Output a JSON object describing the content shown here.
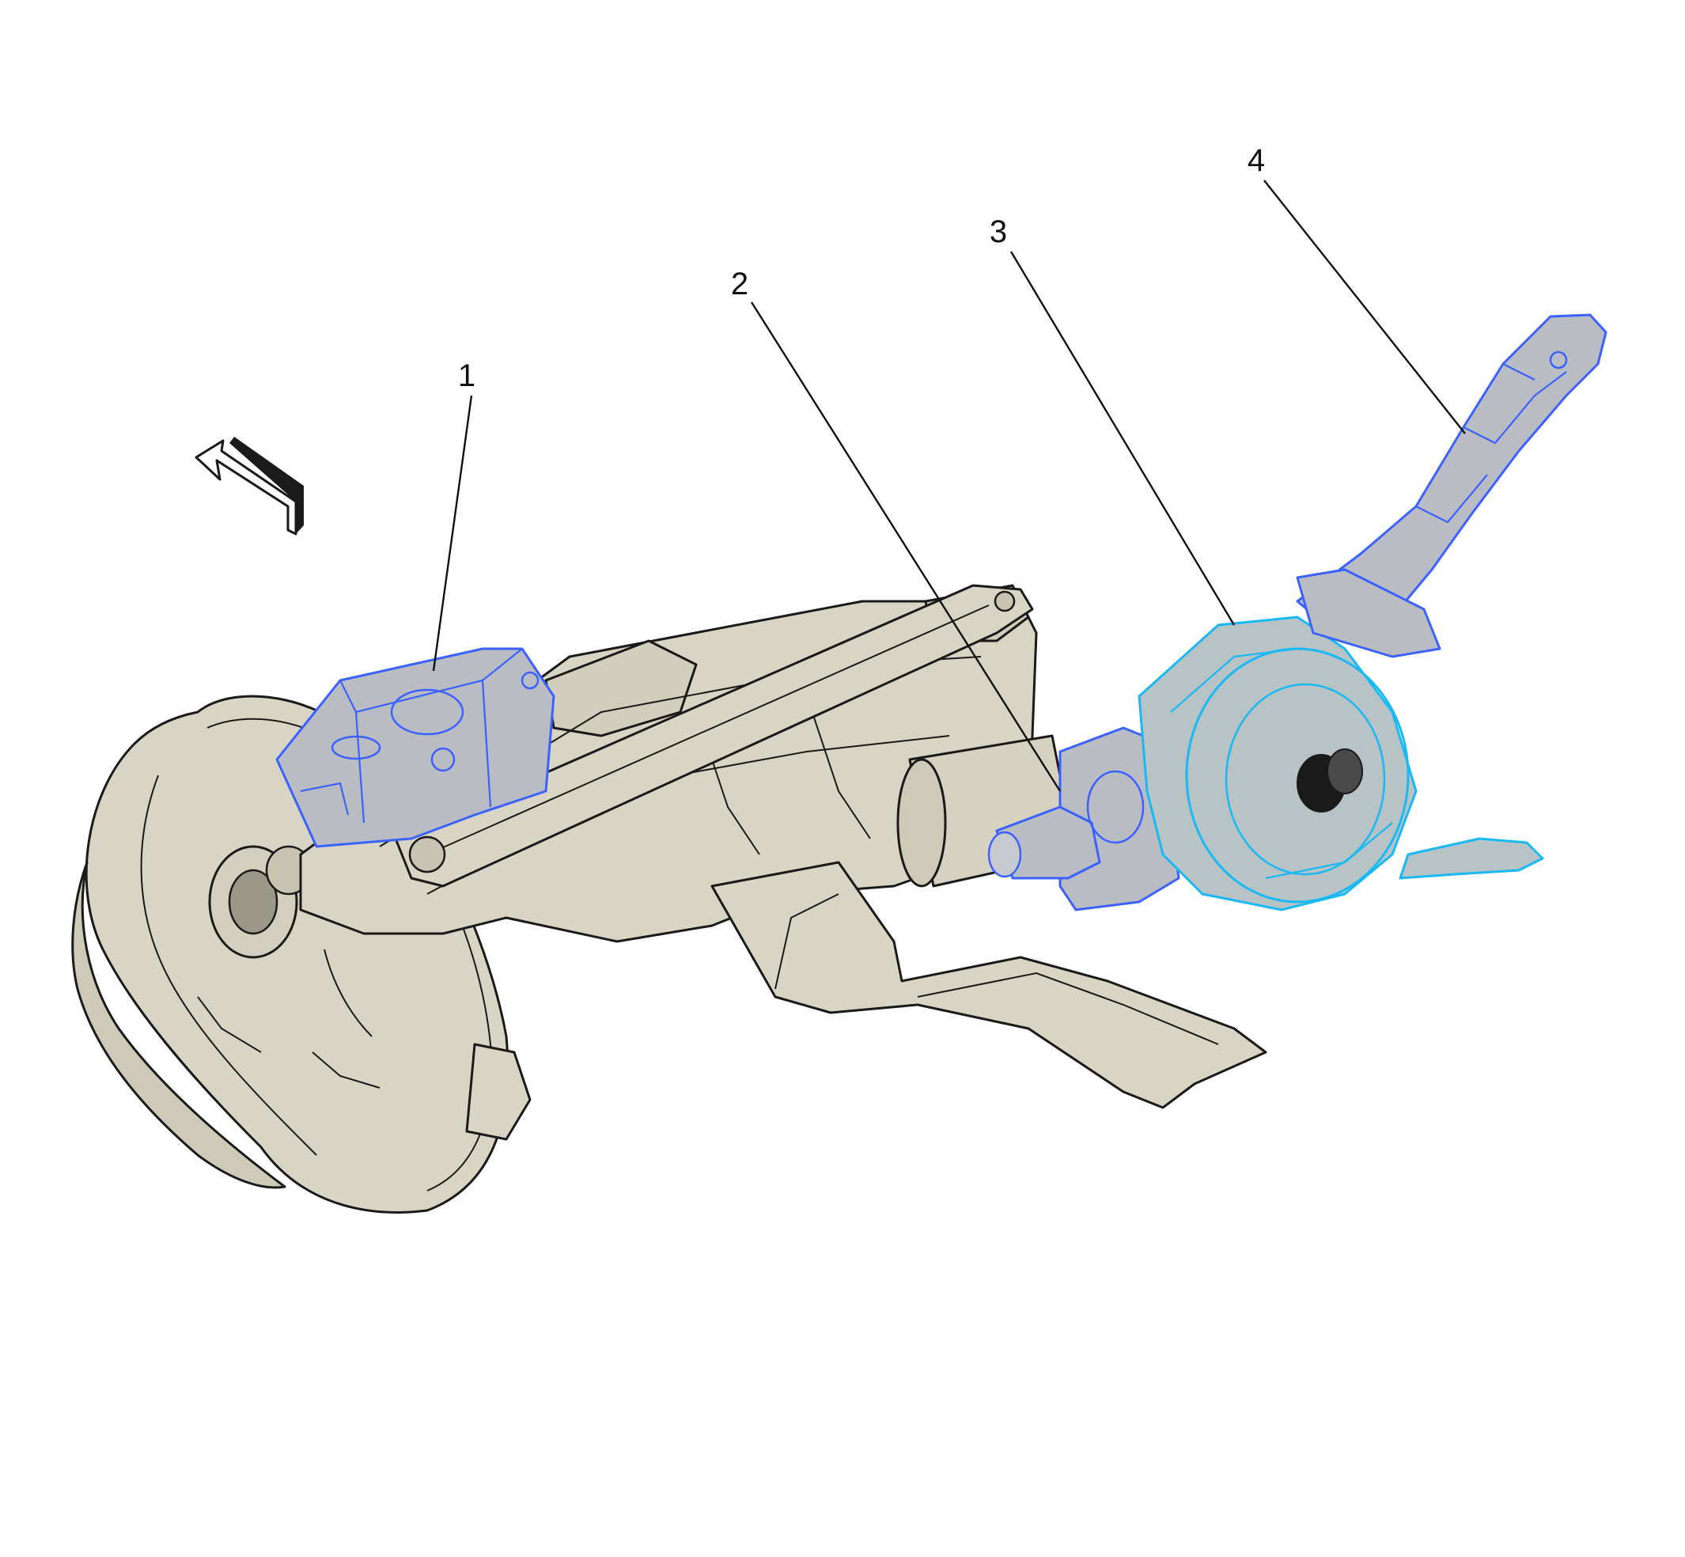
{
  "colors": {
    "body_fill": "#d9d5c4",
    "outline": "#1a1a1a",
    "highlight_blue": "#3b62ff",
    "highlight_cyan": "#19b9f5",
    "highlight_fill": "#b9bcc3"
  },
  "callouts": [
    {
      "id": "1",
      "label": "1"
    },
    {
      "id": "2",
      "label": "2"
    },
    {
      "id": "3",
      "label": "3"
    },
    {
      "id": "4",
      "label": "4"
    }
  ],
  "icons": {
    "direction_arrow": "forward-arrow-icon"
  }
}
